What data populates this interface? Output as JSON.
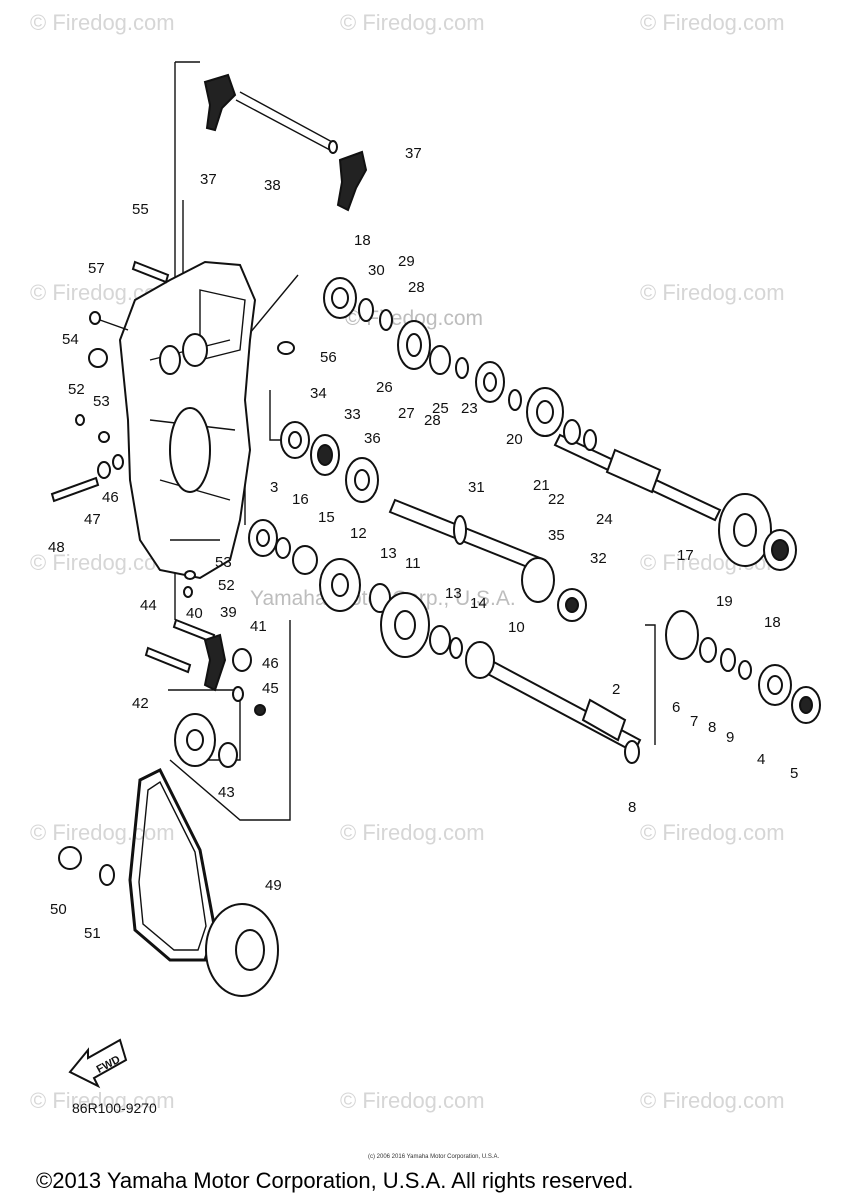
{
  "watermark": "© Firedog.com",
  "watermark_mid": "© Firedog.com",
  "watermark_overlay": "Yamaha Motor Corp., U.S.A.",
  "drawing_code": "86R100-9270",
  "fwd_label": "FWD",
  "small_copyright": "(c) 2006 2016 Yamaha Motor Corporation, U.S.A.",
  "footer": "©2013 Yamaha Motor Corporation, U.S.A. All rights reserved.",
  "callouts": [
    "2",
    "3",
    "4",
    "5",
    "6",
    "7",
    "8",
    "8",
    "9",
    "10",
    "11",
    "12",
    "13",
    "13",
    "14",
    "15",
    "16",
    "17",
    "18",
    "18",
    "19",
    "20",
    "21",
    "22",
    "23",
    "24",
    "25",
    "26",
    "27",
    "28",
    "28",
    "29",
    "30",
    "31",
    "32",
    "33",
    "34",
    "35",
    "36",
    "37",
    "37",
    "38",
    "39",
    "40",
    "41",
    "42",
    "43",
    "44",
    "45",
    "46",
    "46",
    "47",
    "48",
    "49",
    "50",
    "51",
    "52",
    "52",
    "53",
    "53",
    "54",
    "55",
    "56",
    "57"
  ]
}
